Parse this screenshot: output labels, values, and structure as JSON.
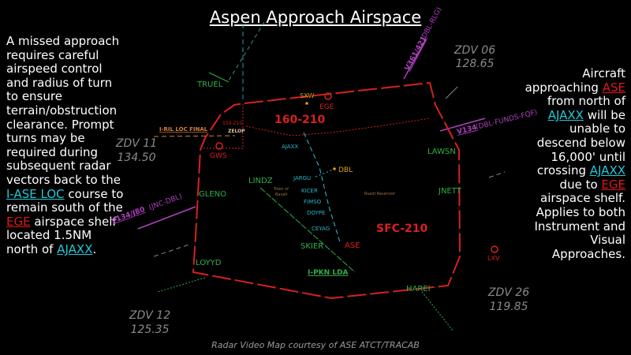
{
  "title": "Aspen Approach Airspace",
  "left_note": {
    "parts": [
      "A missed approach requires careful airspeed control and radius of turn to ensure terrain/obstruction clearance. Prompt turns may be required during subsequent radar vectors back to the ",
      "I-ASE LOC",
      " course to remain south of the ",
      "EGE",
      " airspace shelf located 1.5NM north of ",
      "AJAXX",
      "."
    ]
  },
  "right_note": {
    "parts": [
      "Aircraft approaching ",
      "ASE",
      " from north of ",
      "AJAXX",
      " will be unable to descend below 16,000' until crossing ",
      "AJAXX",
      " due to ",
      "EGE",
      " airspace shelf. Applies to both Instrument and Visual Approaches."
    ]
  },
  "sectors": [
    {
      "name": "ZDV 06",
      "freq": "128.65"
    },
    {
      "name": "ZDV 11",
      "freq": "134.50"
    },
    {
      "name": "ZDV 12",
      "freq": "125.35"
    },
    {
      "name": "ZDV 26",
      "freq": "119.85"
    }
  ],
  "altitudes": {
    "shelf": "160-210",
    "main": "SFC-210",
    "small": "150-210"
  },
  "airways": {
    "v361": "V361/421",
    "v361_route": "(DBL-RLG)",
    "v134": "V134",
    "v134_route": "(DBL-FUNDS-FQF)",
    "v134j80": "V134/J80",
    "v134j80_route": "(JNC-DBL)"
  },
  "localizers": {
    "ril": "I-RIL LOC FINAL",
    "pkn": "I-PKN LDA"
  },
  "green_fixes": [
    "TRUEL",
    "LAWSN",
    "GLENO",
    "LINDZ",
    "JNETT",
    "SKIER",
    "LOYYD",
    "HAREI"
  ],
  "cyan_fixes": [
    "AJAXX",
    "JARGU",
    "KICER",
    "FIMSO",
    "DOYPE",
    "CEYAG"
  ],
  "airports": {
    "ege": "EGE",
    "gws": "GWS",
    "ase": "ASE",
    "lxv": "LXV"
  },
  "navaids": {
    "sxw": "SXW",
    "dbl": "DBL",
    "zelop": "ZELOP"
  },
  "landmarks": {
    "basalt1": "Town of",
    "basalt2": "Basalt",
    "ruedi": "Ruedi Reservoir"
  },
  "credit": "Radar Video Map courtesy of ASE ATCT/TRACAB",
  "colors": {
    "boundary": "#d82020",
    "cyan": "#22c8d8",
    "green": "#2fb04a",
    "magenta": "#b040c0",
    "orange": "#d08040"
  }
}
